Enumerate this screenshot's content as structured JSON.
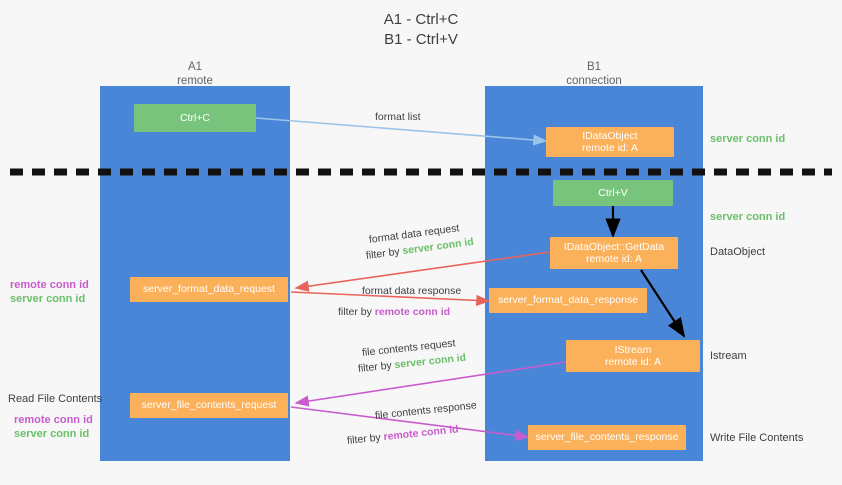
{
  "title": {
    "line1": "A1 - Ctrl+C",
    "line2": "B1 - Ctrl+V"
  },
  "lanes": [
    {
      "name": "A1",
      "sub": "remote"
    },
    {
      "name": "B1",
      "sub": "connection"
    }
  ],
  "boxes": {
    "ctrl_c": "Ctrl+C",
    "ctrl_v": "Ctrl+V",
    "idataobject": {
      "line1": "IDataObject",
      "line2": "remote id: A"
    },
    "getdata": {
      "line1": "IDataObject::GetData",
      "line2": "remote id: A"
    },
    "istream": {
      "line1": "IStream",
      "line2": "remote id: A"
    },
    "server_format_data_request": "server_format_data_request",
    "server_format_data_response": "server_format_data_response",
    "server_file_contents_request": "server_file_contents_request",
    "server_file_contents_response": "server_file_contents_response"
  },
  "captions": {
    "format_list": "format list",
    "format_data_request": "format data request",
    "format_data_response": "format data response",
    "file_contents_request": "file contents request",
    "file_contents_response": "file contents response",
    "filter_by": "filter by",
    "server_conn_id": "server conn id",
    "remote_conn_id": "remote conn id"
  },
  "side_labels": {
    "right_server_conn_id_1": "server conn id",
    "right_server_conn_id_2": "server conn id",
    "right_dataobject": "DataObject",
    "right_istream": "Istream",
    "right_write_file_contents": "Write File Contents",
    "left_remote_conn_id_1": "remote conn id",
    "left_server_conn_id_1": "server conn id",
    "left_read_file_contents": "Read File Contents",
    "left_remote_conn_id_2": "remote conn id",
    "left_server_conn_id_2": "server conn id"
  },
  "colors": {
    "background": "#f7f7f7",
    "lane": "#4a86d8",
    "green_box": "#79c47c",
    "orange_box": "#fbb05a",
    "server_conn_id": "#6abf69",
    "remote_conn_id": "#c85ccc",
    "arrow_blue": "#9bc4ea",
    "arrow_red": "#e8645a",
    "arrow_magenta": "#c85ccc",
    "arrow_black": "#000000",
    "divider": "#111111"
  }
}
